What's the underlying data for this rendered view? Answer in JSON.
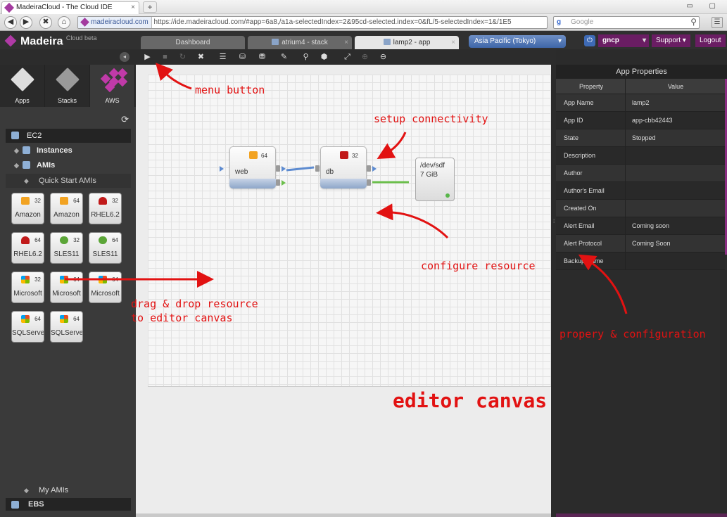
{
  "browser": {
    "tab_title": "MadeiraCloud - The Cloud IDE",
    "tab_close": "×",
    "new_tab": "+",
    "window_controls": "▭ ▢",
    "back": "◀",
    "forward": "▶",
    "stop": "✖",
    "home": "⌂",
    "url_domain": "madeiracloud.com",
    "url": "https://ide.madeiracloud.com/#app=6a8,/a1a-selectedIndex=2&95cd-selected.index=0&fL/5-selectedIndex=1&/1E5",
    "search_placeholder": "Google",
    "search_engine": "g",
    "search_icon": "⚲",
    "menu_icon": "☰"
  },
  "header": {
    "logo": "Madeira",
    "logo_sup": "Cloud beta",
    "tabs": [
      {
        "label": "Dashboard"
      },
      {
        "label": "atrium4 - stack",
        "close": "×"
      },
      {
        "label": "lamp2 - app",
        "close": "×"
      }
    ],
    "region": "Asia Pacific (Tokyo)",
    "region_caret": "▾",
    "power_icon": "⏻",
    "user": "gncp",
    "user_caret": "▾",
    "support": "Support ▾",
    "logout": "Logout",
    "accent": "#6a1d63"
  },
  "left": {
    "collapse": "◂",
    "cat_tabs": [
      "Apps",
      "Stacks",
      "AWS"
    ],
    "refresh_icon": "⟳",
    "ec2": "EC2",
    "instances": "Instances",
    "amis": "AMIs",
    "quick_start": "Quick Start AMIs",
    "tree_arrow": "◆",
    "ami_items": [
      {
        "bits": "32",
        "name": "Amazon",
        "icon": "amazon"
      },
      {
        "bits": "64",
        "name": "Amazon",
        "icon": "amazon"
      },
      {
        "bits": "32",
        "name": "RHEL6.2",
        "icon": "redhat"
      },
      {
        "bits": "64",
        "name": "RHEL6.2",
        "icon": "redhat"
      },
      {
        "bits": "32",
        "name": "SLES11",
        "icon": "suse"
      },
      {
        "bits": "64",
        "name": "SLES11",
        "icon": "suse"
      },
      {
        "bits": "32",
        "name": "Microsoft",
        "icon": "ms"
      },
      {
        "bits": "64",
        "name": "Microsoft",
        "icon": "ms"
      },
      {
        "bits": "64",
        "name": "Microsoft",
        "icon": "ms"
      },
      {
        "bits": "64",
        "name": "SQLServer",
        "icon": "ms"
      },
      {
        "bits": "64",
        "name": "SQLServer",
        "icon": "ms"
      }
    ],
    "my_amis": "My AMIs",
    "ebs": "EBS"
  },
  "toolbar": {
    "play": "▶",
    "stop": "■",
    "reload": "↻",
    "delete": "✖",
    "stack_a": "☰",
    "stack_b": "⛁",
    "stack_c": "⛃",
    "edit": "✎",
    "link": "⚲",
    "export": "⬢",
    "fullscreen": "⤢",
    "zoom_in": "⊕",
    "zoom_out": "⊖"
  },
  "canvas": {
    "web": {
      "label": "web",
      "bits": "64",
      "icon": "amazon"
    },
    "db": {
      "label": "db",
      "bits": "32",
      "icon": "redhat"
    },
    "volume": {
      "device": "/dev/sdf",
      "size": "7 GiB"
    }
  },
  "props": {
    "title": "App Properties",
    "col_property": "Property",
    "col_value": "Value",
    "rows": [
      {
        "k": "App Name",
        "v": "lamp2"
      },
      {
        "k": "App ID",
        "v": "app-cbb42443"
      },
      {
        "k": "State",
        "v": "Stopped"
      },
      {
        "k": "Description",
        "v": ""
      },
      {
        "k": "Author",
        "v": ""
      },
      {
        "k": "Author's Email",
        "v": ""
      },
      {
        "k": "Created On",
        "v": ""
      },
      {
        "k": "Alert Email",
        "v": "Coming soon"
      },
      {
        "k": "Alert Protocol",
        "v": "Coming Soon"
      },
      {
        "k": "Backup Name",
        "v": ""
      }
    ],
    "splitter": "⁞"
  },
  "annotations": {
    "menu_button": "menu button",
    "setup": "setup connectivity",
    "configure": "configure resource",
    "drag1": "drag & drop resource",
    "drag2": "to editor canvas",
    "property": "propery & configuration",
    "editor": "editor canvas",
    "color": "#e21212"
  }
}
